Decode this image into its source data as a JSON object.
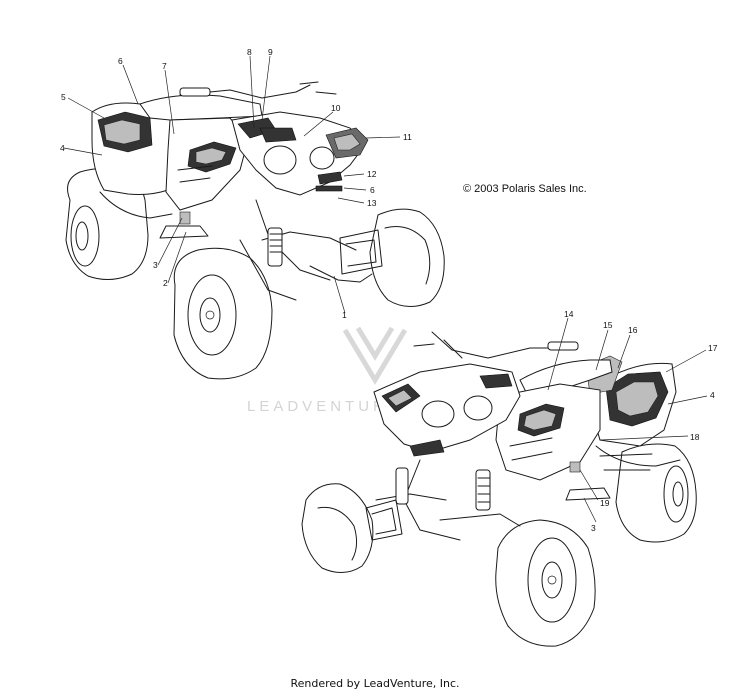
{
  "copyright": "© 2003 Polaris Sales Inc.",
  "footer": "Rendered by LeadVenture, Inc.",
  "watermark": {
    "text": "LEADVENTURE",
    "color": "#d4d4d4"
  },
  "callouts_upper": [
    "6",
    "7",
    "8",
    "9",
    "5",
    "10",
    "4",
    "11",
    "12",
    "6",
    "13",
    "3",
    "2",
    "1"
  ],
  "callouts_lower": [
    "14",
    "15",
    "16",
    "17",
    "4",
    "18",
    "19",
    "3"
  ],
  "colors": {
    "line": "#1a1a1a",
    "decal_dark": "#333333",
    "decal_light": "#bdbdbd",
    "background": "#ffffff"
  }
}
